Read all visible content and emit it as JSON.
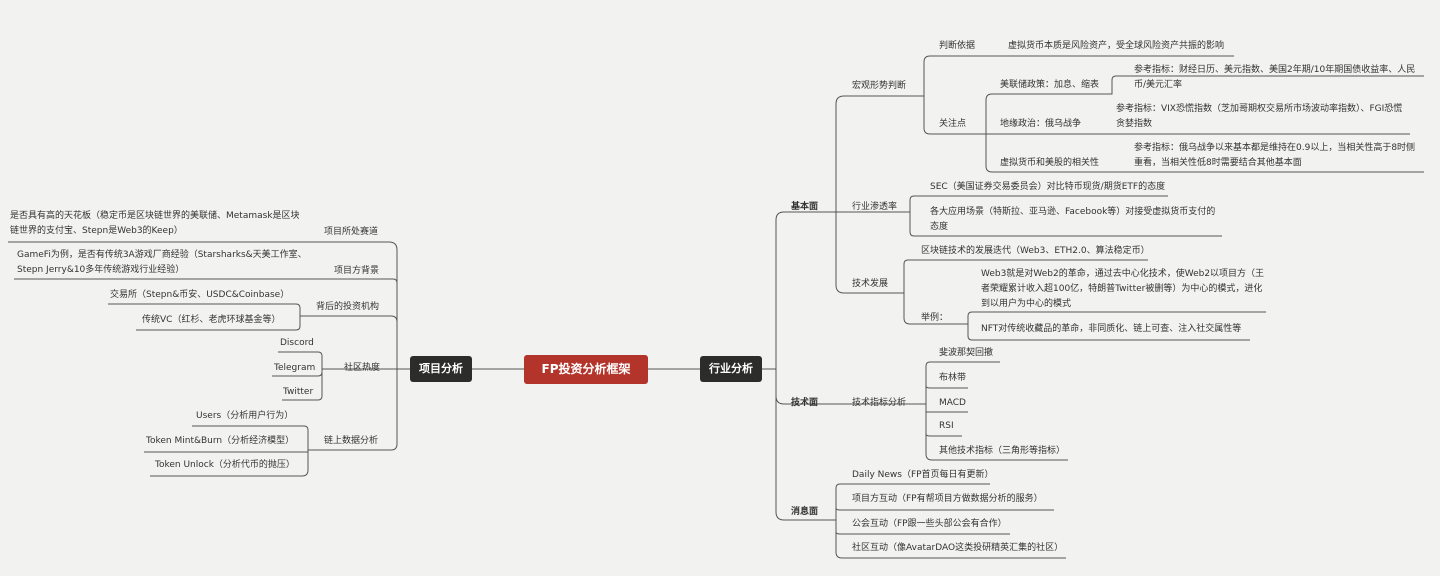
{
  "center": "FP投资分析框架",
  "industry": {
    "label": "行业分析",
    "fundamental": {
      "label": "基本面",
      "macro": {
        "label": "宏观形势判断",
        "basis_label": "判断依据",
        "basis_text": "虚拟货币本质是风险资产，受全球风险资产共振的影响",
        "focus_label": "关注点",
        "fed_label": "美联储政策：加息、缩表",
        "fed_ref": "参考指标：财经日历、美元指数、美国2年期/10年期国债收益率、人民币/美元汇率",
        "geo_label": "地缘政治：俄乌战争",
        "geo_ref": "参考指标：VIX恐慌指数（芝加哥期权交易所市场波动率指数）、FGI恐慌贪婪指数",
        "corr_label": "虚拟货币和美股的相关性",
        "corr_ref": "参考指标：俄乌战争以来基本都是维持在0.9以上，当相关性高于8时侧重看，当相关性低8时需要结合其他基本面"
      },
      "penetration": {
        "label": "行业渗透率",
        "sec": "SEC（美国证券交易委员会）对比特币现货/期货ETF的态度",
        "apps": "各大应用场景（特斯拉、亚马逊、Facebook等）对接受虚拟货币支付的态度"
      },
      "tech_dev": {
        "label": "技术发展",
        "iteration": "区块链技术的发展迭代（Web3、ETH2.0、算法稳定币）",
        "example_label": "举例：",
        "web3": "Web3就是对Web2的革命，通过去中心化技术，使Web2以项目方（王者荣耀累计收入超100亿，特朗普Twitter被删等）为中心的模式，进化到以用户为中心的模式",
        "nft": "NFT对传统收藏品的革命，非同质化、链上可查、注入社交属性等"
      }
    },
    "technical": {
      "label": "技术面",
      "analysis_label": "技术指标分析",
      "items": [
        "斐波那契回撤",
        "布林带",
        "MACD",
        "RSI",
        "其他技术指标（三角形等指标）"
      ]
    },
    "news": {
      "label": "消息面",
      "items": [
        "Daily News（FP首页每日有更新）",
        "项目方互动（FP有帮项目方做数据分析的服务）",
        "公会互动（FP跟一些头部公会有合作）",
        "社区互动（像AvatarDAO这类投研精英汇集的社区）"
      ]
    }
  },
  "project": {
    "label": "项目分析",
    "track": {
      "label": "项目所处赛道",
      "text": "是否具有高的天花板（稳定币是区块链世界的美联储、Metamask是区块链世界的支付宝、Stepn是Web3的Keep）"
    },
    "background": {
      "label": "项目方背景",
      "text": "GameFi为例，是否有传统3A游戏厂商经验（Starsharks&天美工作室、Stepn Jerry&10多年传统游戏行业经验）"
    },
    "investors": {
      "label": "背后的投资机构",
      "items": [
        "交易所（Stepn&币安、USDC&Coinbase）",
        "传统VC（红杉、老虎环球基金等）"
      ]
    },
    "community": {
      "label": "社区热度",
      "items": [
        "Discord",
        "Telegram",
        "Twitter"
      ]
    },
    "onchain": {
      "label": "链上数据分析",
      "items": [
        "Users（分析用户行为）",
        "Token Mint&Burn（分析经济模型）",
        "Token Unlock（分析代币的抛压）"
      ]
    }
  }
}
